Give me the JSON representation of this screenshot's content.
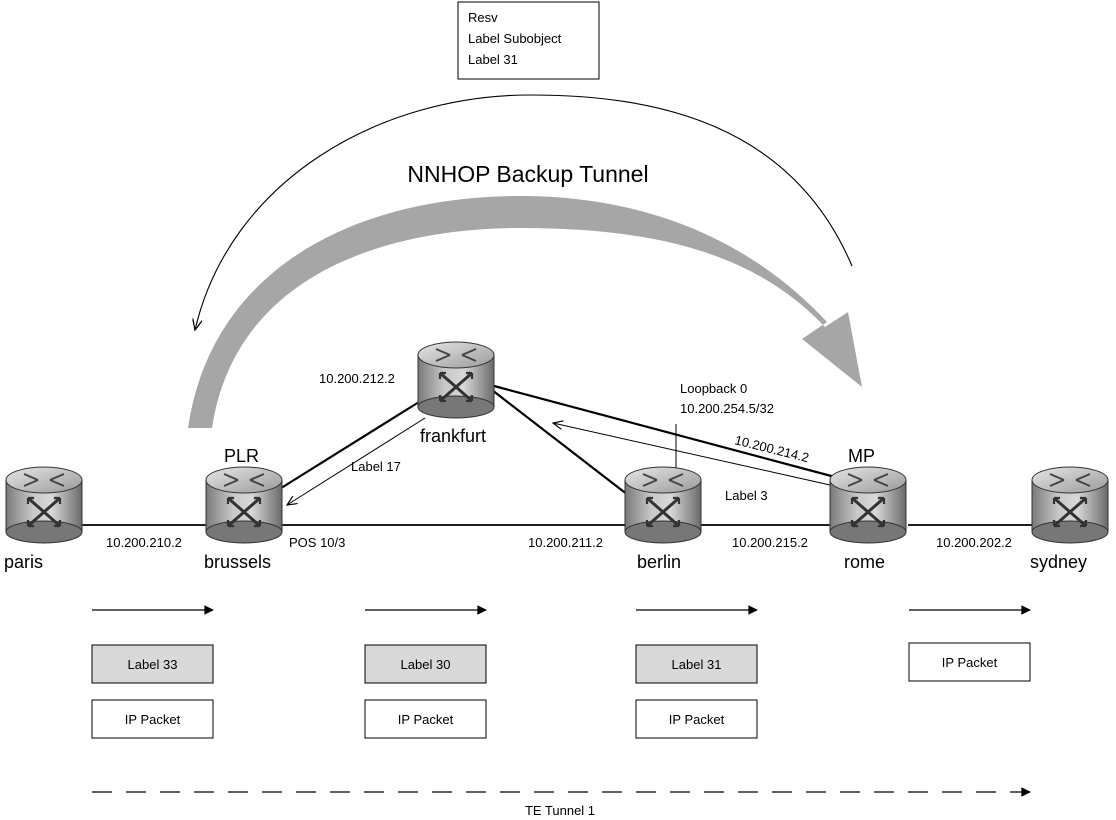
{
  "resv_box": {
    "line1": "Resv",
    "line2": "Label Subobject",
    "line3": "Label 31"
  },
  "backup_tunnel_title": "NNHOP Backup Tunnel",
  "routers": {
    "paris": {
      "name": "paris"
    },
    "brussels": {
      "name": "brussels",
      "role": "PLR"
    },
    "frankfurt": {
      "name": "frankfurt"
    },
    "berlin": {
      "name": "berlin"
    },
    "rome": {
      "name": "rome",
      "role": "MP"
    },
    "sydney": {
      "name": "sydney"
    }
  },
  "link_labels": {
    "paris_brussels": "10.200.210.2",
    "brussels_if": "POS 10/3",
    "brussels_berlin": "10.200.211.2",
    "berlin_rome": "10.200.215.2",
    "rome_sydney": "10.200.202.2",
    "frankfurt_brussels": "10.200.212.2",
    "frankfurt_rome": "10.200.214.2"
  },
  "loopback": {
    "line1": "Loopback 0",
    "line2": "10.200.254.5/32"
  },
  "signaling": {
    "label17": "Label 17",
    "label3": "Label 3"
  },
  "packets": {
    "seg1": {
      "label": "Label 33",
      "payload": "IP Packet"
    },
    "seg2": {
      "label": "Label 30",
      "payload": "IP Packet"
    },
    "seg3": {
      "label": "Label 31",
      "payload": "IP Packet"
    },
    "seg4": {
      "payload": "IP Packet"
    }
  },
  "te_tunnel": "TE Tunnel 1",
  "colors": {
    "shaded_box": "#d9d9d9",
    "big_arrow": "#a6a6a6",
    "router_body": "#b3b3b3"
  }
}
